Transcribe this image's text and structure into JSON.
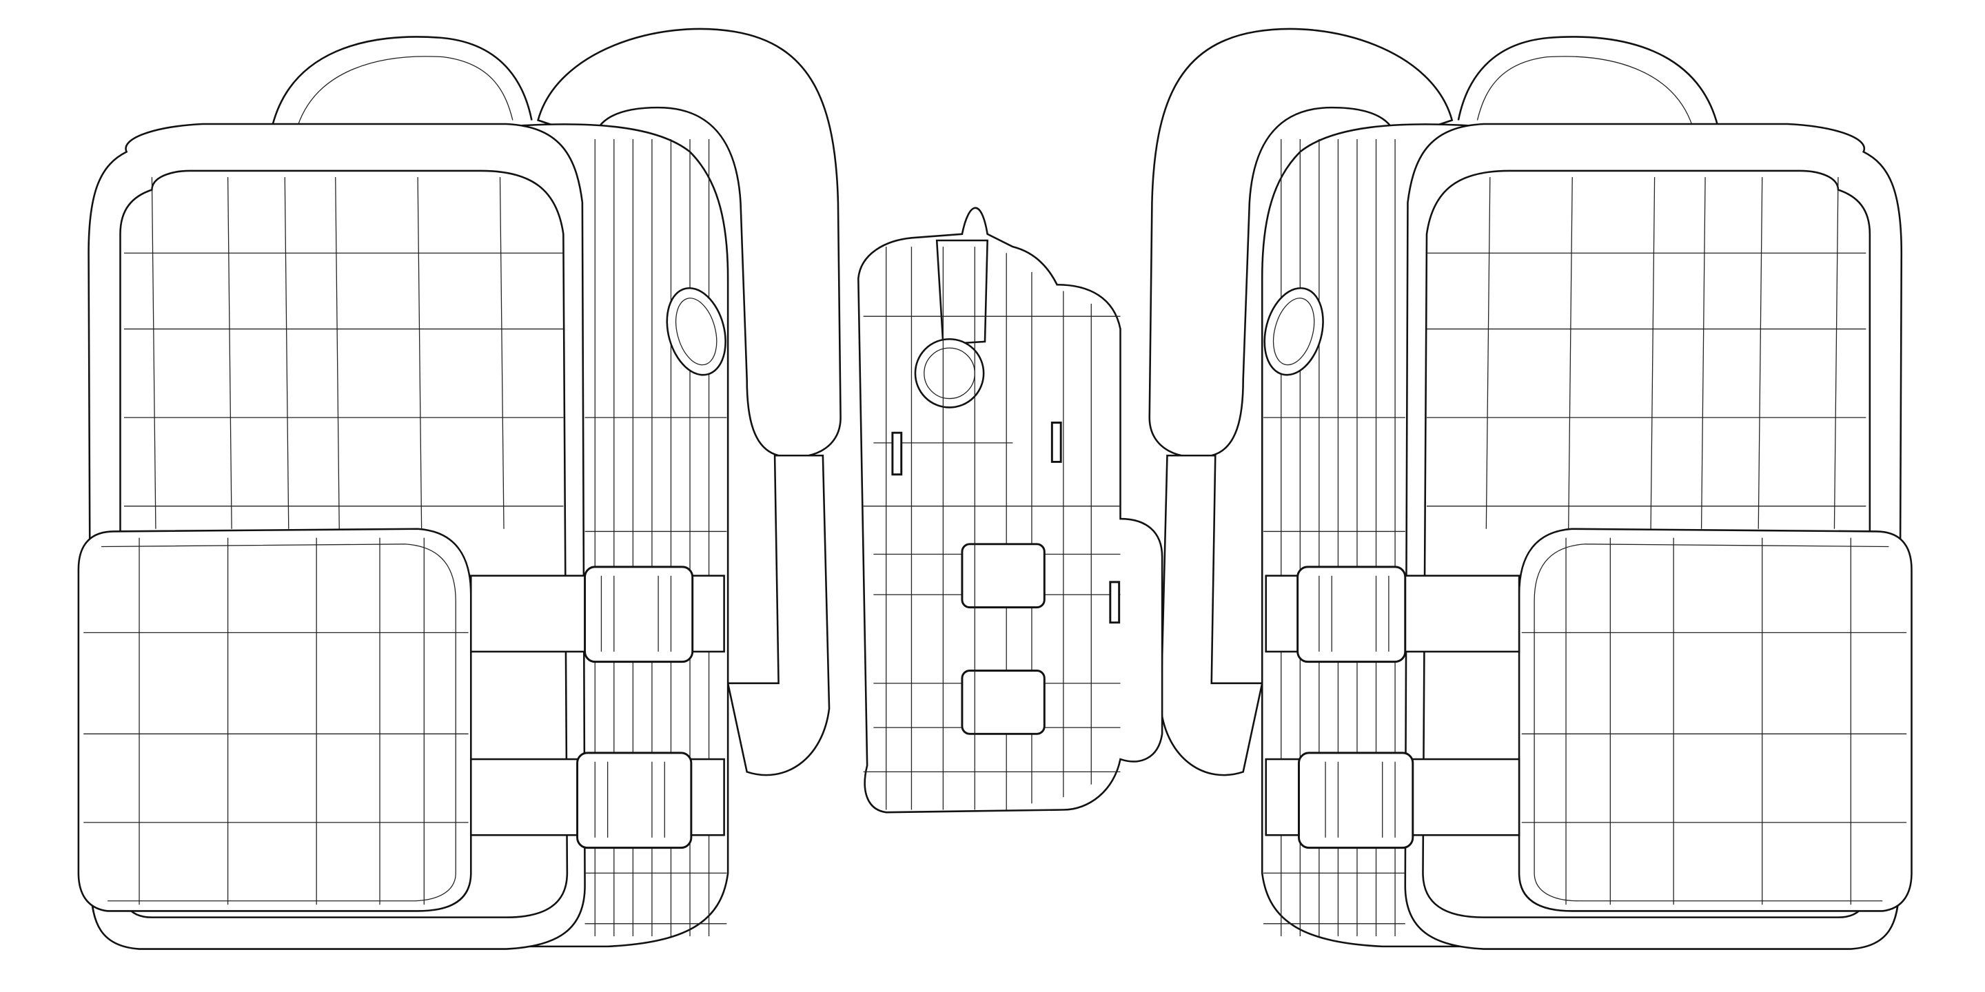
{
  "figure": {
    "style": "wireframe",
    "line_color": "#111111",
    "background": "#ffffff",
    "objects": [
      "backpack-left-view",
      "backpack-side-view",
      "backpack-right-view"
    ]
  }
}
